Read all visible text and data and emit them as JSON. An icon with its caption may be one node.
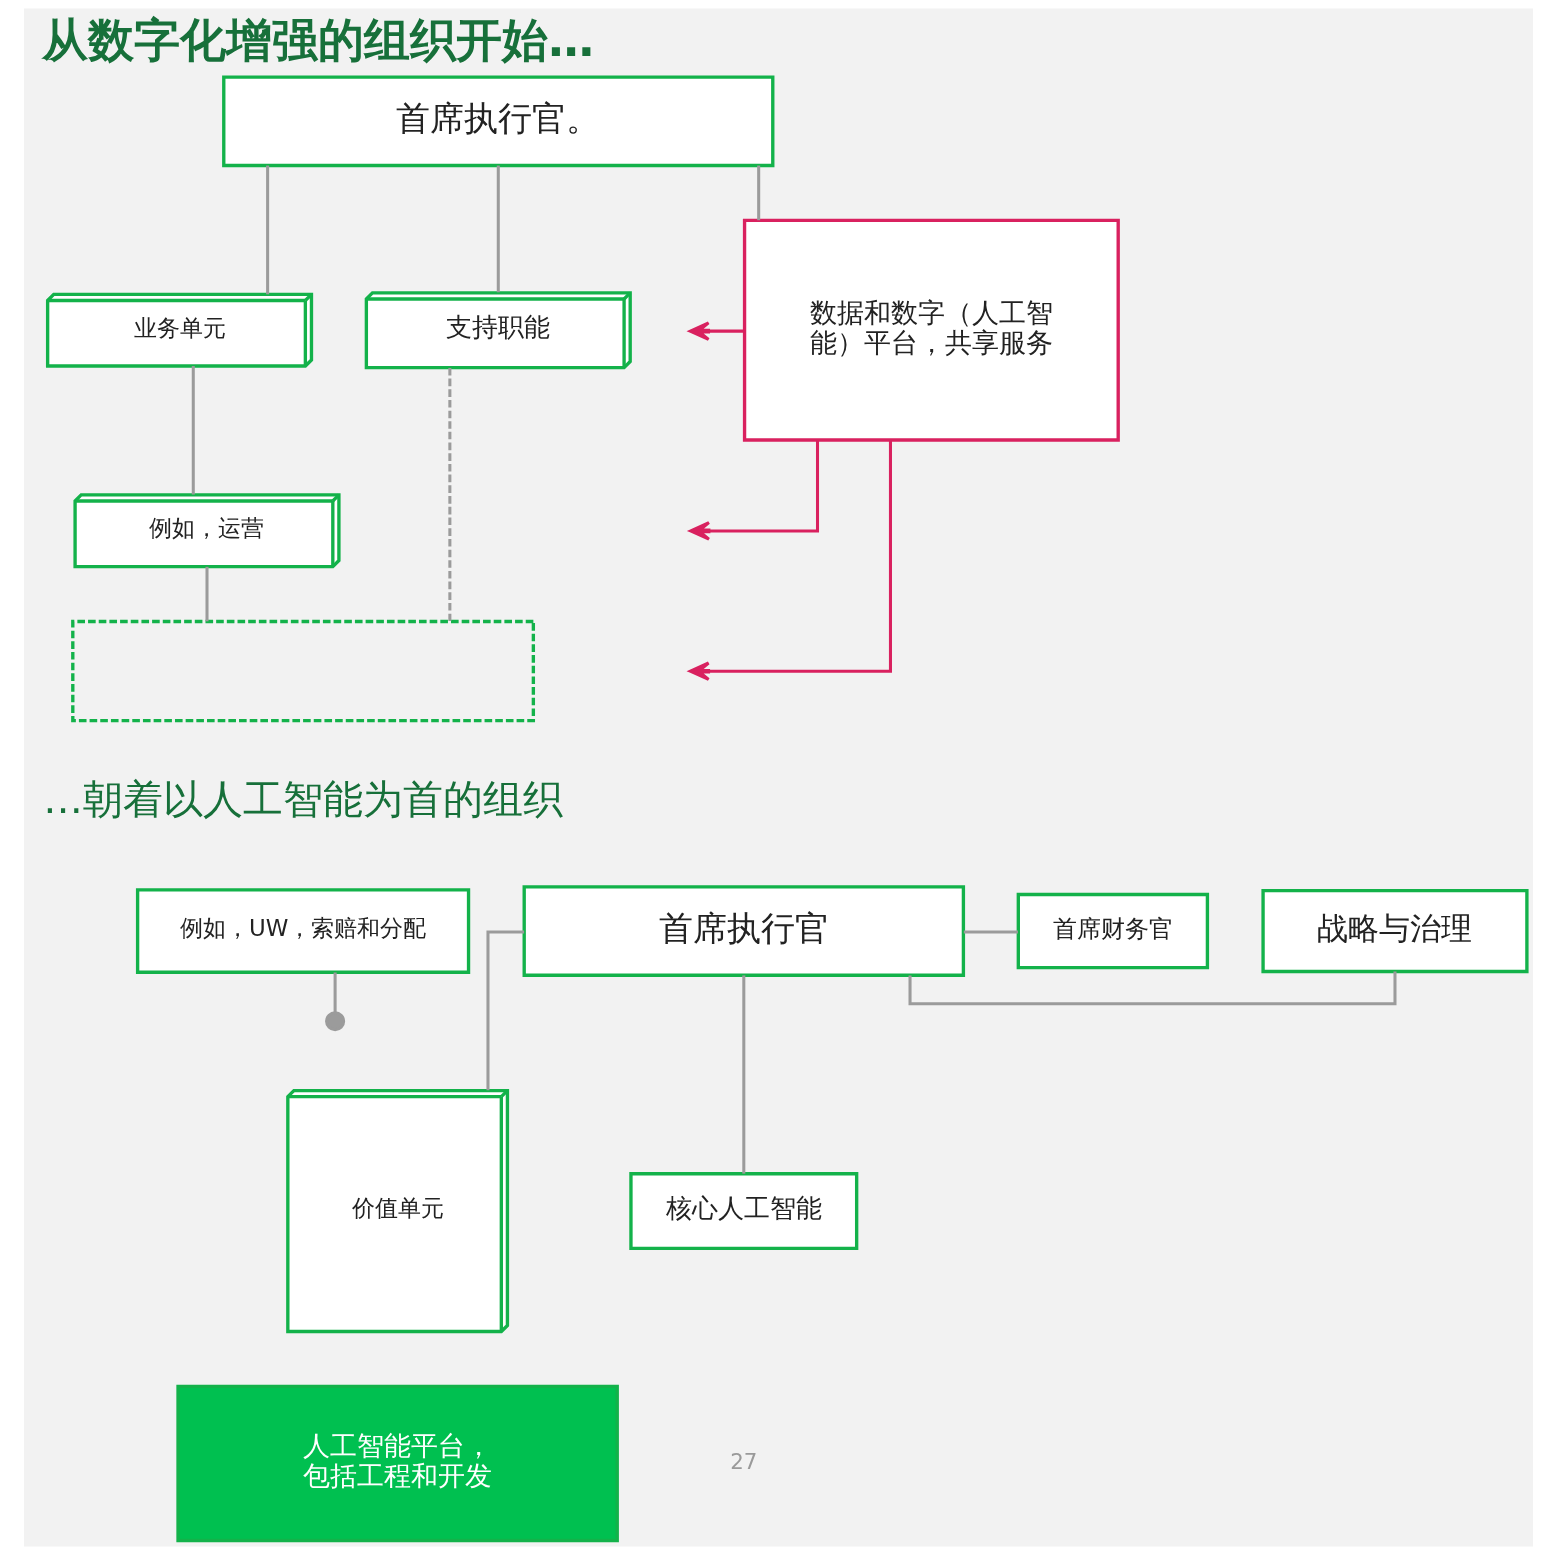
{
  "diagram": {
    "title": "从数字化增强的组织开始…",
    "nodes": [
      {
        "text": [
          "首席执行官。"
        ]
      },
      {
        "text": [
          "业务单元"
        ]
      },
      {
        "text": [
          "支持职能"
        ]
      },
      {
        "text": [
          "数据和数字（人工智能）平台，共享服务"
        ]
      },
      {
        "text": [
          "例如，运营"
        ]
      },
      {
        "text": [],
        "shape": "box"
      },
      {
        "text": [
          "例如，UW，索赔和分配"
        ]
      },
      {
        "text": [
          "首席执行官"
        ]
      },
      {
        "text": [
          "首席财务官"
        ]
      },
      {
        "text": [
          "战略与治理"
        ]
      },
      {
        "text": [
          "价值单元"
        ]
      },
      {
        "text": [
          "核心人工智能"
        ]
      },
      {
        "text": [
          "人工智能平台，包括工程和开发"
        ]
      }
    ],
    "edges": [
      {
        "from": 0,
        "to": 1,
        "arrow": "none"
      },
      {
        "from": 0,
        "to": 2,
        "arrow": "none"
      },
      {
        "from": 0,
        "to": 3,
        "arrow": "none"
      },
      {
        "from": 1,
        "to": 4,
        "arrow": "none"
      },
      {
        "from": 4,
        "to": 5,
        "arrow": "none"
      },
      {
        "from": 2,
        "to": 5,
        "arrow": "none",
        "style": "dashed"
      },
      {
        "from": 3,
        "to": null,
        "arrow": "to",
        "color": "#d9215f"
      },
      {
        "from": 3,
        "to": null,
        "arrow": "to",
        "color": "#d9215f"
      },
      {
        "from": 3,
        "to": null,
        "arrow": "to",
        "color": "#d9215f"
      },
      {
        "from": 6,
        "to": null,
        "arrow": "other"
      },
      {
        "from": 7,
        "to": 8,
        "arrow": "none"
      },
      {
        "from": 7,
        "to": 9,
        "arrow": "none"
      },
      {
        "from": 7,
        "to": 10,
        "arrow": "none"
      },
      {
        "from": 7,
        "to": 11,
        "arrow": "none"
      }
    ],
    "labels": [
      "…朝着以人工智能为首的组织",
      "27"
    ]
  }
}
